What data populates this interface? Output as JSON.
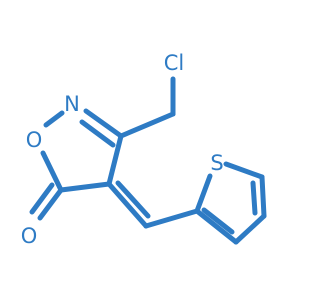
{
  "molecule": {
    "atoms": {
      "cl": "Cl",
      "n": "N",
      "o_ring": "O",
      "s": "S",
      "o_carbonyl": "O"
    },
    "colors": {
      "bond": "#2e7bc4",
      "label": "#2e7bc4",
      "background": "#ffffff"
    }
  }
}
